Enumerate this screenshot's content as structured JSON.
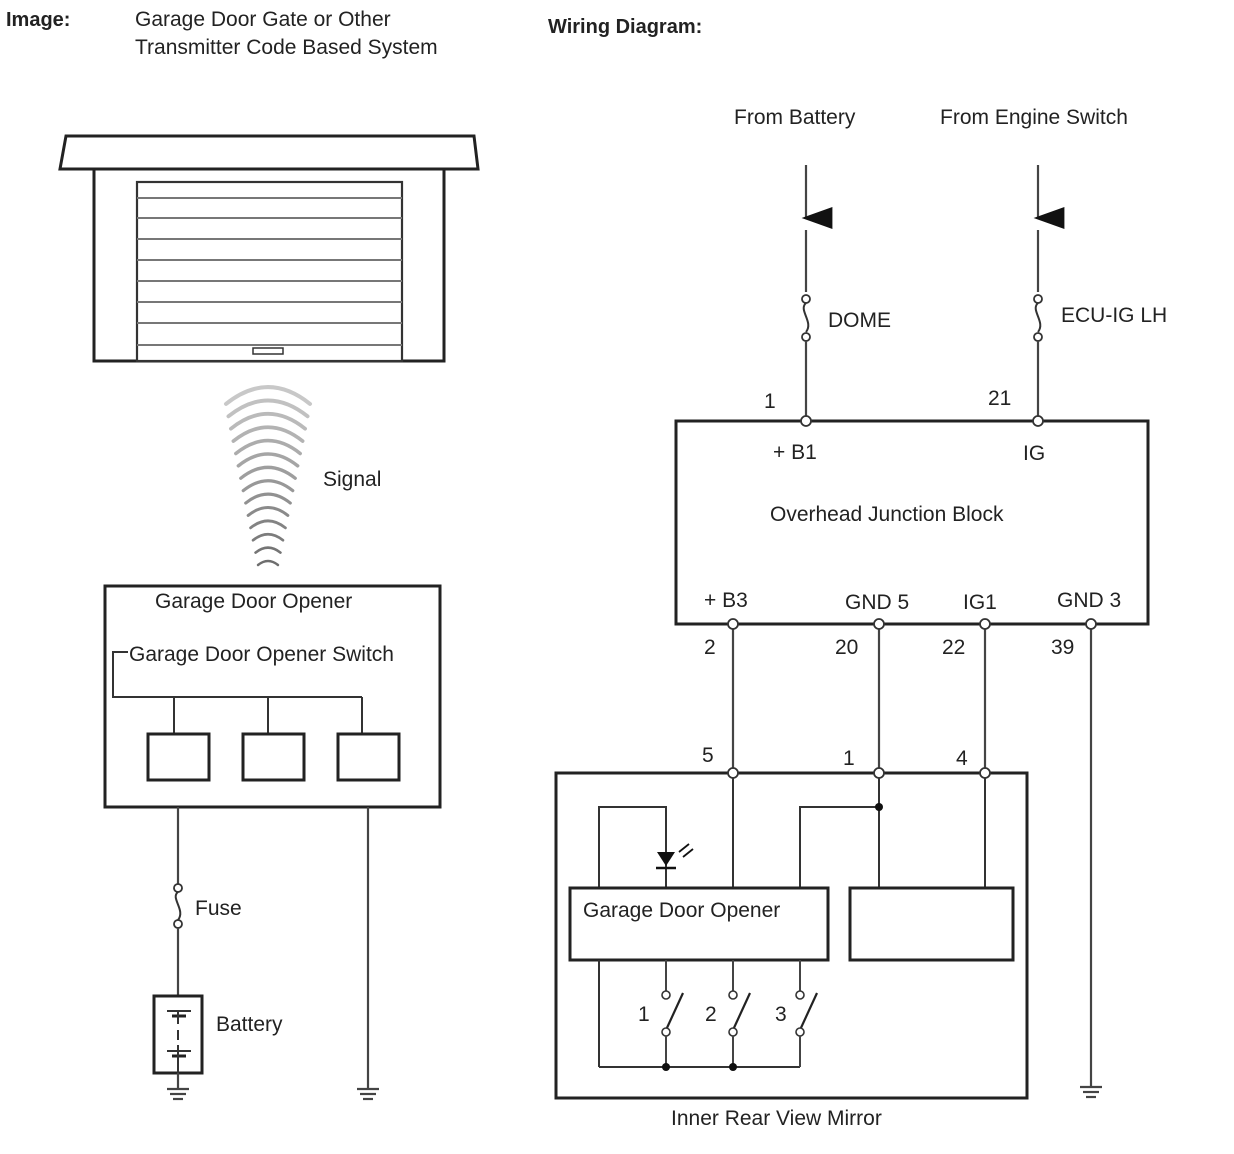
{
  "header": {
    "image_label": "Image:",
    "image_title_line1": "Garage Door Gate or Other",
    "image_title_line2": "Transmitter Code Based System",
    "wiring_label": "Wiring Diagram:"
  },
  "image_panel": {
    "signal_label": "Signal",
    "opener_box_title": "Garage Door Opener",
    "switch_label": "Garage Door Opener Switch",
    "fuse_label": "Fuse",
    "battery_label": "Battery"
  },
  "wiring": {
    "source_battery": "From Battery",
    "source_engine_switch": "From Engine Switch",
    "fuse_dome": "DOME",
    "fuse_ecu": "ECU-IG LH",
    "junction_block": {
      "title": "Overhead Junction Block",
      "top_pins": [
        {
          "number": "1",
          "name": "+ B1"
        },
        {
          "number": "21",
          "name": "IG"
        }
      ],
      "bottom_pins": [
        {
          "number": "2",
          "name": "+ B3"
        },
        {
          "number": "20",
          "name": "GND 5"
        },
        {
          "number": "22",
          "name": "IG1"
        },
        {
          "number": "39",
          "name": "GND 3"
        }
      ]
    },
    "mirror": {
      "title": "Inner Rear View Mirror",
      "pins": [
        "5",
        "1",
        "4"
      ],
      "opener_label": "Garage Door Opener",
      "switches": [
        "1",
        "2",
        "3"
      ]
    }
  }
}
